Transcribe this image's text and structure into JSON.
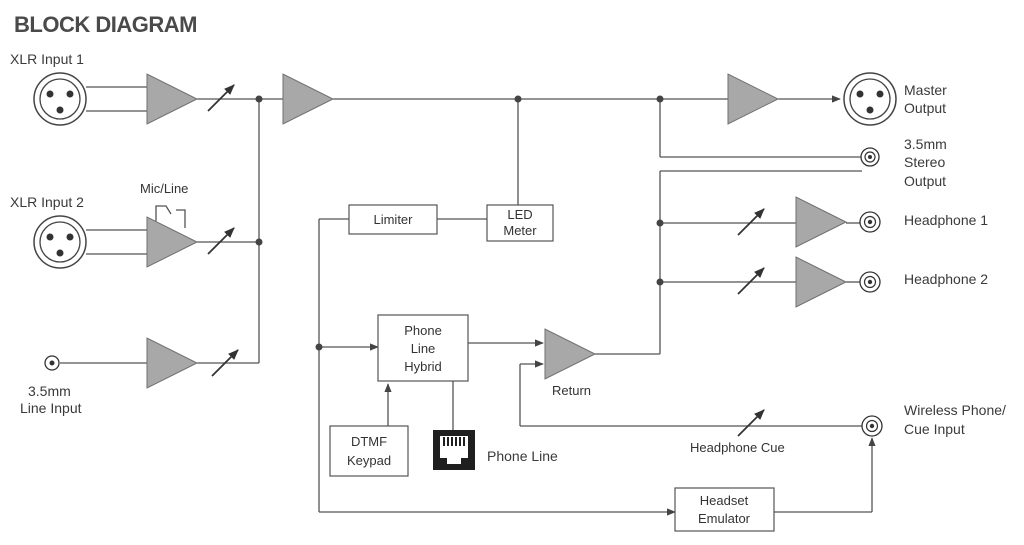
{
  "title": "BLOCK DIAGRAM",
  "inputs": {
    "xlr1": "XLR Input 1",
    "xlr2": "XLR Input 2",
    "mic_line": "Mic/Line",
    "line_in_1": "3.5mm",
    "line_in_2": "Line Input"
  },
  "outputs": {
    "master_1": "Master",
    "master_2": "Output",
    "stereo_1": "3.5mm",
    "stereo_2": "Stereo",
    "stereo_3": "Output",
    "headphone1": "Headphone 1",
    "headphone2": "Headphone 2",
    "wireless_1": "Wireless Phone/",
    "wireless_2": "Cue Input"
  },
  "blocks": {
    "limiter": "Limiter",
    "led_1": "LED",
    "led_2": "Meter",
    "hybrid_1": "Phone",
    "hybrid_2": "Line",
    "hybrid_3": "Hybrid",
    "dtmf_1": "DTMF",
    "dtmf_2": "Keypad",
    "phone_line": "Phone Line",
    "return": "Return",
    "headphone_cue": "Headphone Cue",
    "headset_1": "Headset",
    "headset_2": "Emulator"
  },
  "colors": {
    "amplifier_fill": "#a8a8a8",
    "wire": "#555555",
    "title": "#4a4a4a"
  }
}
